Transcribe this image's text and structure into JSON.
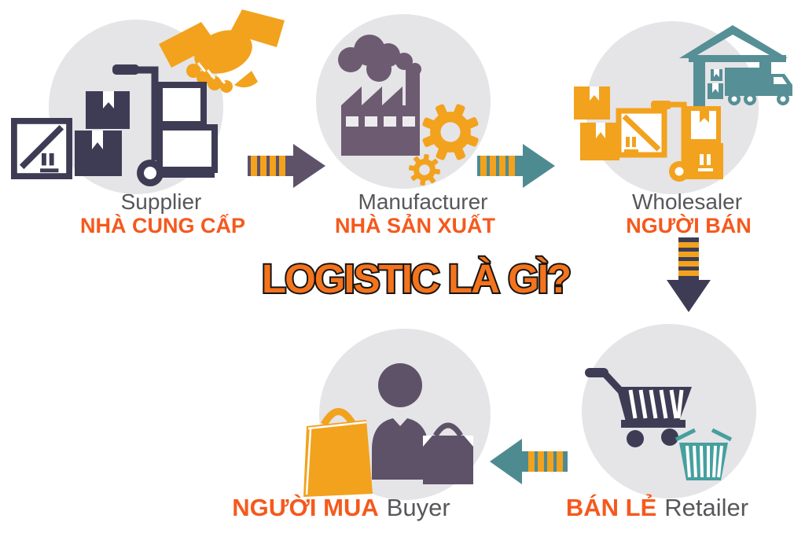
{
  "title": "LOGISTIC LÀ GÌ?",
  "stages": {
    "supplier": {
      "en": "Supplier",
      "vi": "NHÀ CUNG CẤP"
    },
    "manufacturer": {
      "en": "Manufacturer",
      "vi": "NHÀ SẢN XUẤT"
    },
    "wholesaler": {
      "en": "Wholesaler",
      "vi": "NGƯỜI BÁN"
    },
    "buyer": {
      "en": "Buyer",
      "vi": "NGƯỜI MUA"
    },
    "retailer": {
      "en": "Retailer",
      "vi": "BÁN LẺ"
    }
  },
  "colors": {
    "orange": "#F2A21D",
    "orangeText": "#F5591D",
    "titleOrange": "#F4731D",
    "navy": "#3E3C55",
    "plum": "#6D5C71",
    "plumDark": "#5E5269",
    "teal": "#4E8B91",
    "tealWarehouse": "#568F96",
    "tealBasket": "#45A09E",
    "circle": "#E5E4E7",
    "textGray": "#57575B"
  }
}
